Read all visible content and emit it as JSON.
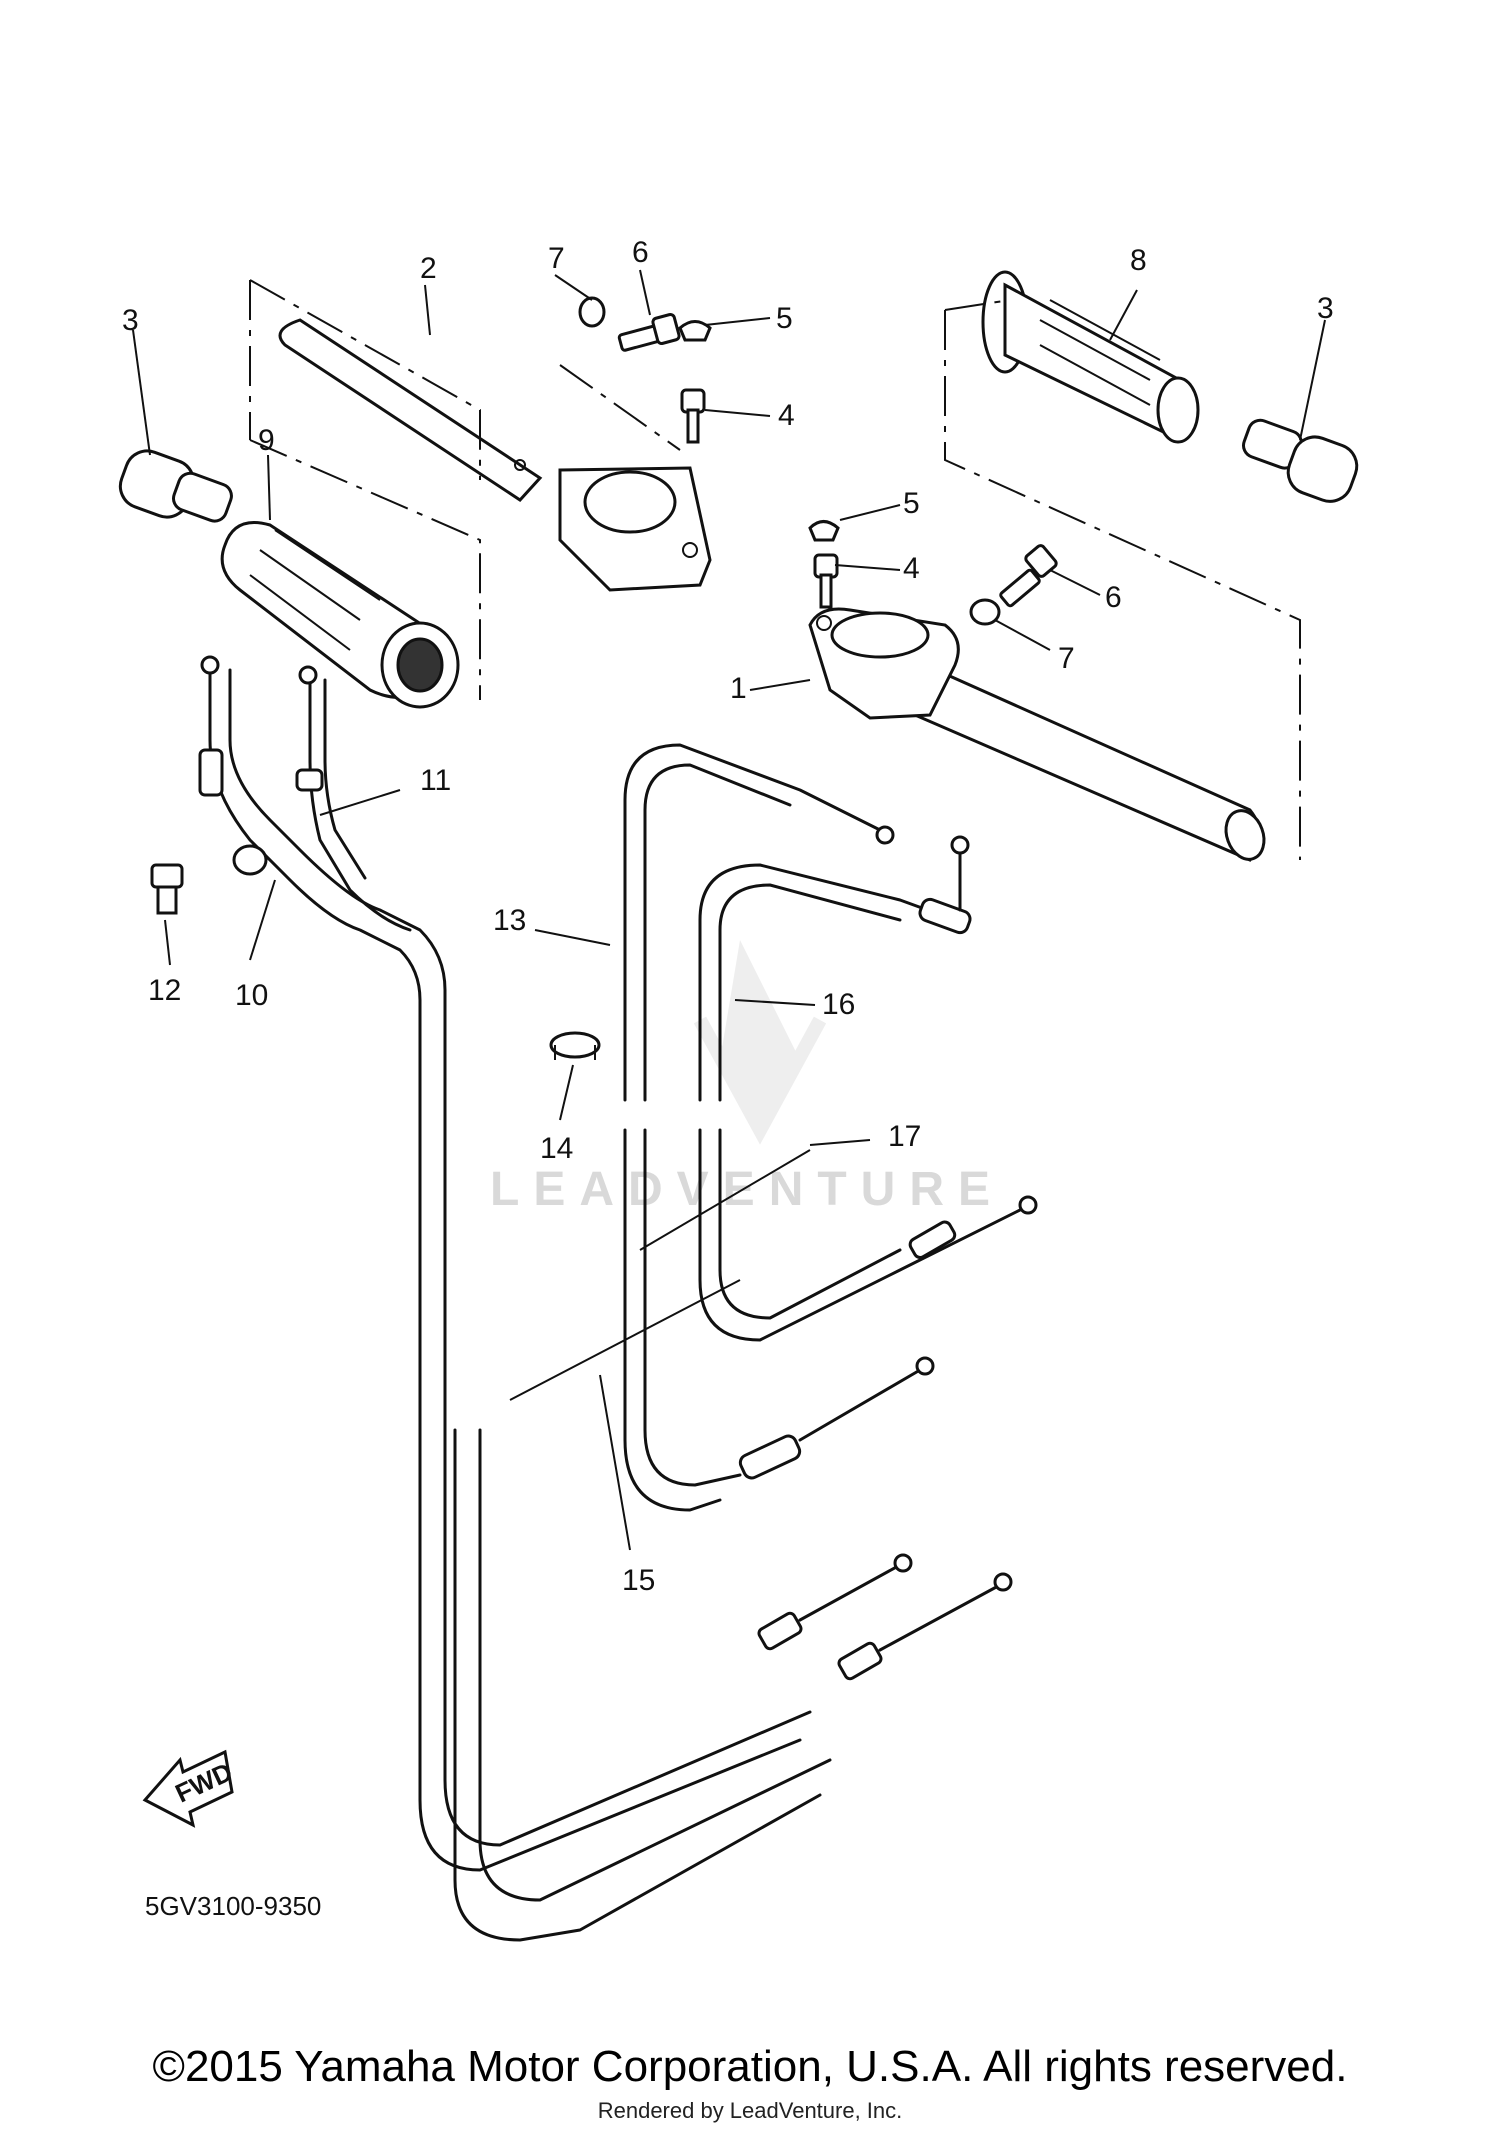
{
  "diagram": {
    "callouts": {
      "p1": "1",
      "p2": "2",
      "p3a": "3",
      "p3b": "3",
      "p4a": "4",
      "p4b": "4",
      "p5a": "5",
      "p5b": "5",
      "p6a": "6",
      "p6b": "6",
      "p7a": "7",
      "p7b": "7",
      "p8": "8",
      "p9": "9",
      "p10": "10",
      "p11": "11",
      "p12": "12",
      "p13": "13",
      "p14": "14",
      "p15": "15",
      "p16": "16",
      "p17": "17"
    },
    "fwd_label": "FWD",
    "drawing_code": "5GV3100-9350",
    "watermark": "LEADVENTURE"
  },
  "footer": {
    "copyright": "©2015 Yamaha Motor Corporation, U.S.A. All rights reserved.",
    "rendered_by": "Rendered by LeadVenture, Inc."
  }
}
